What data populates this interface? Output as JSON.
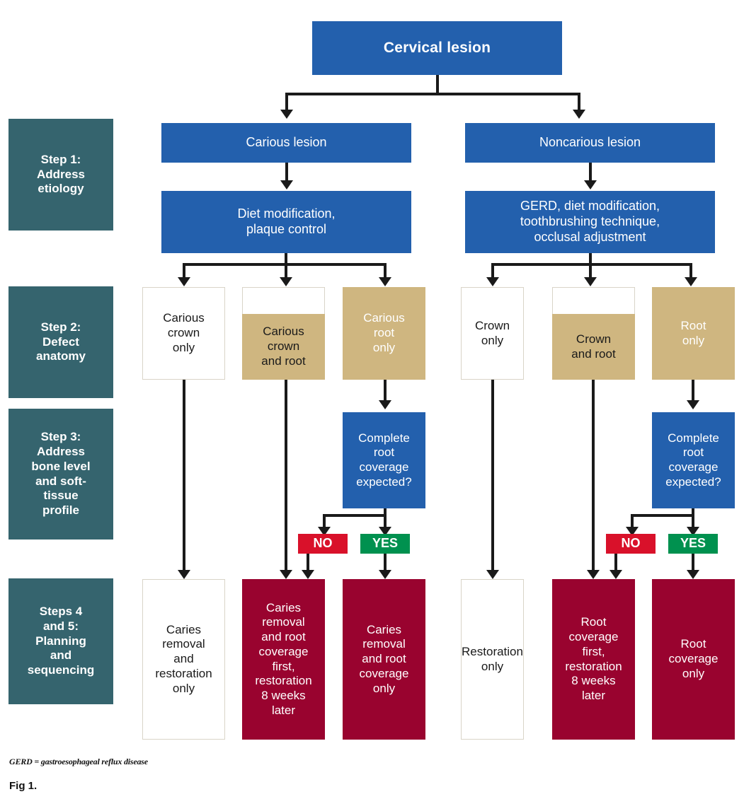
{
  "figure": {
    "footnote": "GERD = gastroesophageal reflux disease",
    "fig_label": "Fig 1."
  },
  "colors": {
    "blue": "#2360ad",
    "teal": "#35646e",
    "tan": "#cfb680",
    "dark_red": "#99032f",
    "red": "#d9112a",
    "green": "#00914f",
    "white": "#ffffff",
    "line": "#1a1a1a"
  },
  "root": {
    "label": "Cervical lesion"
  },
  "steps": [
    {
      "id": "step1",
      "label": "Step 1:\nAddress\netiology"
    },
    {
      "id": "step2",
      "label": "Step 2:\nDefect\nanatomy"
    },
    {
      "id": "step3",
      "label": "Step 3:\nAddress\nbone level\nand soft-\ntissue\nprofile"
    },
    {
      "id": "step45",
      "label": "Steps 4\nand 5:\nPlanning\nand\nsequencing"
    }
  ],
  "branches": [
    {
      "id": "carious",
      "label": "Carious lesion"
    },
    {
      "id": "noncarious",
      "label": "Noncarious lesion"
    }
  ],
  "etiology": [
    {
      "id": "carious-etiology",
      "label": "Diet modification,\nplaque control"
    },
    {
      "id": "noncarious-etiology",
      "label": "GERD, diet modification,\ntoothbrushing technique,\nocclusal adjustment"
    }
  ],
  "anatomy": [
    {
      "id": "carious-crown-only",
      "label": "Carious\ncrown\nonly",
      "style": "white"
    },
    {
      "id": "carious-crown-and-root",
      "label": "Carious\ncrown\nand root",
      "style": "split"
    },
    {
      "id": "carious-root-only",
      "label": "Carious\nroot\nonly",
      "style": "tan-white-text"
    },
    {
      "id": "crown-only",
      "label": "Crown\nonly",
      "style": "white"
    },
    {
      "id": "crown-and-root",
      "label": "Crown\nand root",
      "style": "split"
    },
    {
      "id": "root-only",
      "label": "Root\nonly",
      "style": "tan-white-text"
    }
  ],
  "decisions": [
    {
      "id": "carious-root-coverage-question",
      "label": "Complete\nroot\ncoverage\nexpected?"
    },
    {
      "id": "noncarious-root-coverage-question",
      "label": "Complete\nroot\ncoverage\nexpected?"
    }
  ],
  "answers": [
    {
      "id": "carious-no",
      "label": "NO",
      "style": "red"
    },
    {
      "id": "carious-yes",
      "label": "YES",
      "style": "green"
    },
    {
      "id": "noncarious-no",
      "label": "NO",
      "style": "red"
    },
    {
      "id": "noncarious-yes",
      "label": "YES",
      "style": "green"
    }
  ],
  "outcomes": [
    {
      "id": "outcome-1",
      "label": "Caries\nremoval\nand\nrestoration\nonly",
      "style": "white"
    },
    {
      "id": "outcome-2",
      "label": "Caries\nremoval\nand root\ncoverage\nfirst,\nrestoration\n8 weeks\nlater",
      "style": "darkred"
    },
    {
      "id": "outcome-3",
      "label": "Caries\nremoval\nand root\ncoverage\nonly",
      "style": "darkred"
    },
    {
      "id": "outcome-4",
      "label": "Restoration\nonly",
      "style": "white"
    },
    {
      "id": "outcome-5",
      "label": "Root\ncoverage\nfirst,\nrestoration\n8 weeks\nlater",
      "style": "darkred"
    },
    {
      "id": "outcome-6",
      "label": "Root\ncoverage\nonly",
      "style": "darkred"
    }
  ],
  "chart_data": {
    "type": "diagram",
    "title": "Cervical lesion treatment decision tree",
    "nodes": 21,
    "levels": [
      "root",
      "lesion type",
      "etiology",
      "defect anatomy",
      "root coverage decision",
      "treatment sequencing"
    ]
  }
}
